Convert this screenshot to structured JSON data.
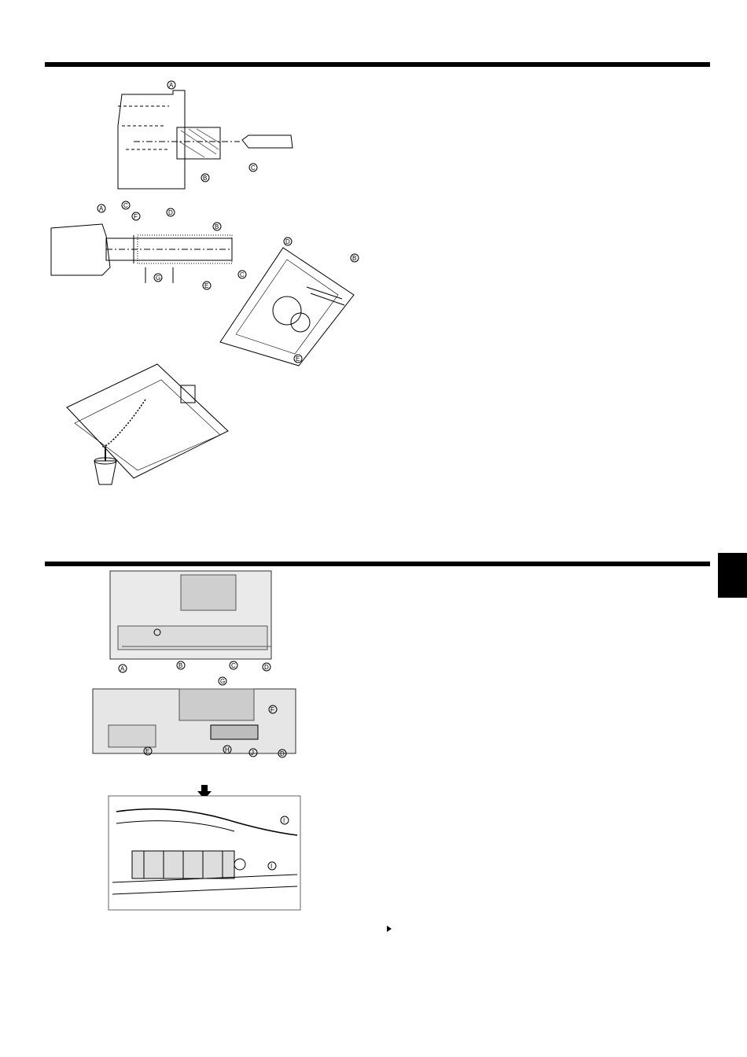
{
  "figure1": {
    "callouts": [
      "A",
      "B",
      "C"
    ]
  },
  "figure2": {
    "callouts": [
      "A",
      "C",
      "F",
      "D",
      "B",
      "G",
      "E"
    ]
  },
  "figure3": {
    "callouts": [
      "D",
      "B",
      "C",
      "E"
    ]
  },
  "figure5": {
    "callouts": [
      "A",
      "B",
      "C",
      "D"
    ]
  },
  "figure6": {
    "callouts": [
      "G",
      "F",
      "E",
      "H",
      "J",
      "D"
    ]
  },
  "figure7": {
    "callouts": [
      "I",
      "I"
    ]
  },
  "colors": {
    "ink": "#000000",
    "paper": "#ffffff",
    "hatch": "#555555"
  }
}
